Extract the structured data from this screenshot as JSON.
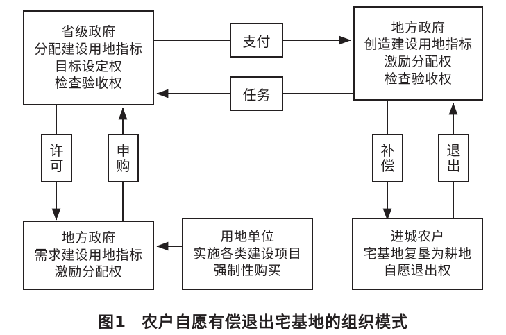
{
  "figure": {
    "caption_label": "图1",
    "caption_text": "农户自愿有偿退出宅基地的组织模式"
  },
  "colors": {
    "stroke": "#231f20",
    "background": "#ffffff"
  },
  "nodes": {
    "provincial_government": {
      "id": "provincial-government",
      "lines": [
        "省级政府",
        "分配建设用地指标",
        "目标设定权",
        "检查验收权"
      ]
    },
    "local_government_supply": {
      "id": "local-government-supply",
      "lines": [
        "地方政府",
        "创造建设用地指标",
        "激励分配权",
        "检查验收权"
      ]
    },
    "local_government_demand": {
      "id": "local-government-demand",
      "lines": [
        "地方政府",
        "需求建设用地指标",
        "激励分配权"
      ]
    },
    "land_use_unit": {
      "id": "land-use-unit",
      "lines": [
        "用地单位",
        "实施各类建设项目",
        "强制性购买"
      ]
    },
    "urbanized_farmer": {
      "id": "urbanized-farmer",
      "lines": [
        "进城农户",
        "宅基地复垦为耕地",
        "自愿退出权"
      ]
    }
  },
  "edge_labels": {
    "payment": {
      "id": "payment",
      "text": "支付",
      "direction": "right"
    },
    "task": {
      "id": "task",
      "text": "任务",
      "direction": "left"
    },
    "permit": {
      "id": "permit",
      "chars": [
        "许",
        "可"
      ],
      "direction": "down"
    },
    "purchase_application": {
      "id": "purchase-application",
      "chars": [
        "申",
        "购"
      ],
      "direction": "up"
    },
    "compensation": {
      "id": "compensation",
      "chars": [
        "补",
        "偿"
      ],
      "direction": "down"
    },
    "exit": {
      "id": "exit",
      "chars": [
        "退",
        "出"
      ],
      "direction": "up"
    }
  },
  "edges": [
    {
      "name": "provincial-to-local-payment",
      "from": "provincial_government",
      "to": "local_government_supply",
      "label": "支付"
    },
    {
      "name": "local-to-provincial-task",
      "from": "local_government_supply",
      "to": "provincial_government",
      "label": "任务"
    },
    {
      "name": "provincial-to-demand-permit",
      "from": "provincial_government",
      "to": "local_government_demand",
      "label": "许可"
    },
    {
      "name": "demand-to-provincial-application",
      "from": "local_government_demand",
      "to": "provincial_government",
      "label": "申购"
    },
    {
      "name": "supply-to-farmer-compensation",
      "from": "local_government_supply",
      "to": "urbanized_farmer",
      "label": "补偿"
    },
    {
      "name": "farmer-to-supply-exit",
      "from": "urbanized_farmer",
      "to": "local_government_supply",
      "label": "退出"
    },
    {
      "name": "land-use-unit-to-demand",
      "from": "land_use_unit",
      "to": "local_government_demand",
      "label": ""
    }
  ]
}
